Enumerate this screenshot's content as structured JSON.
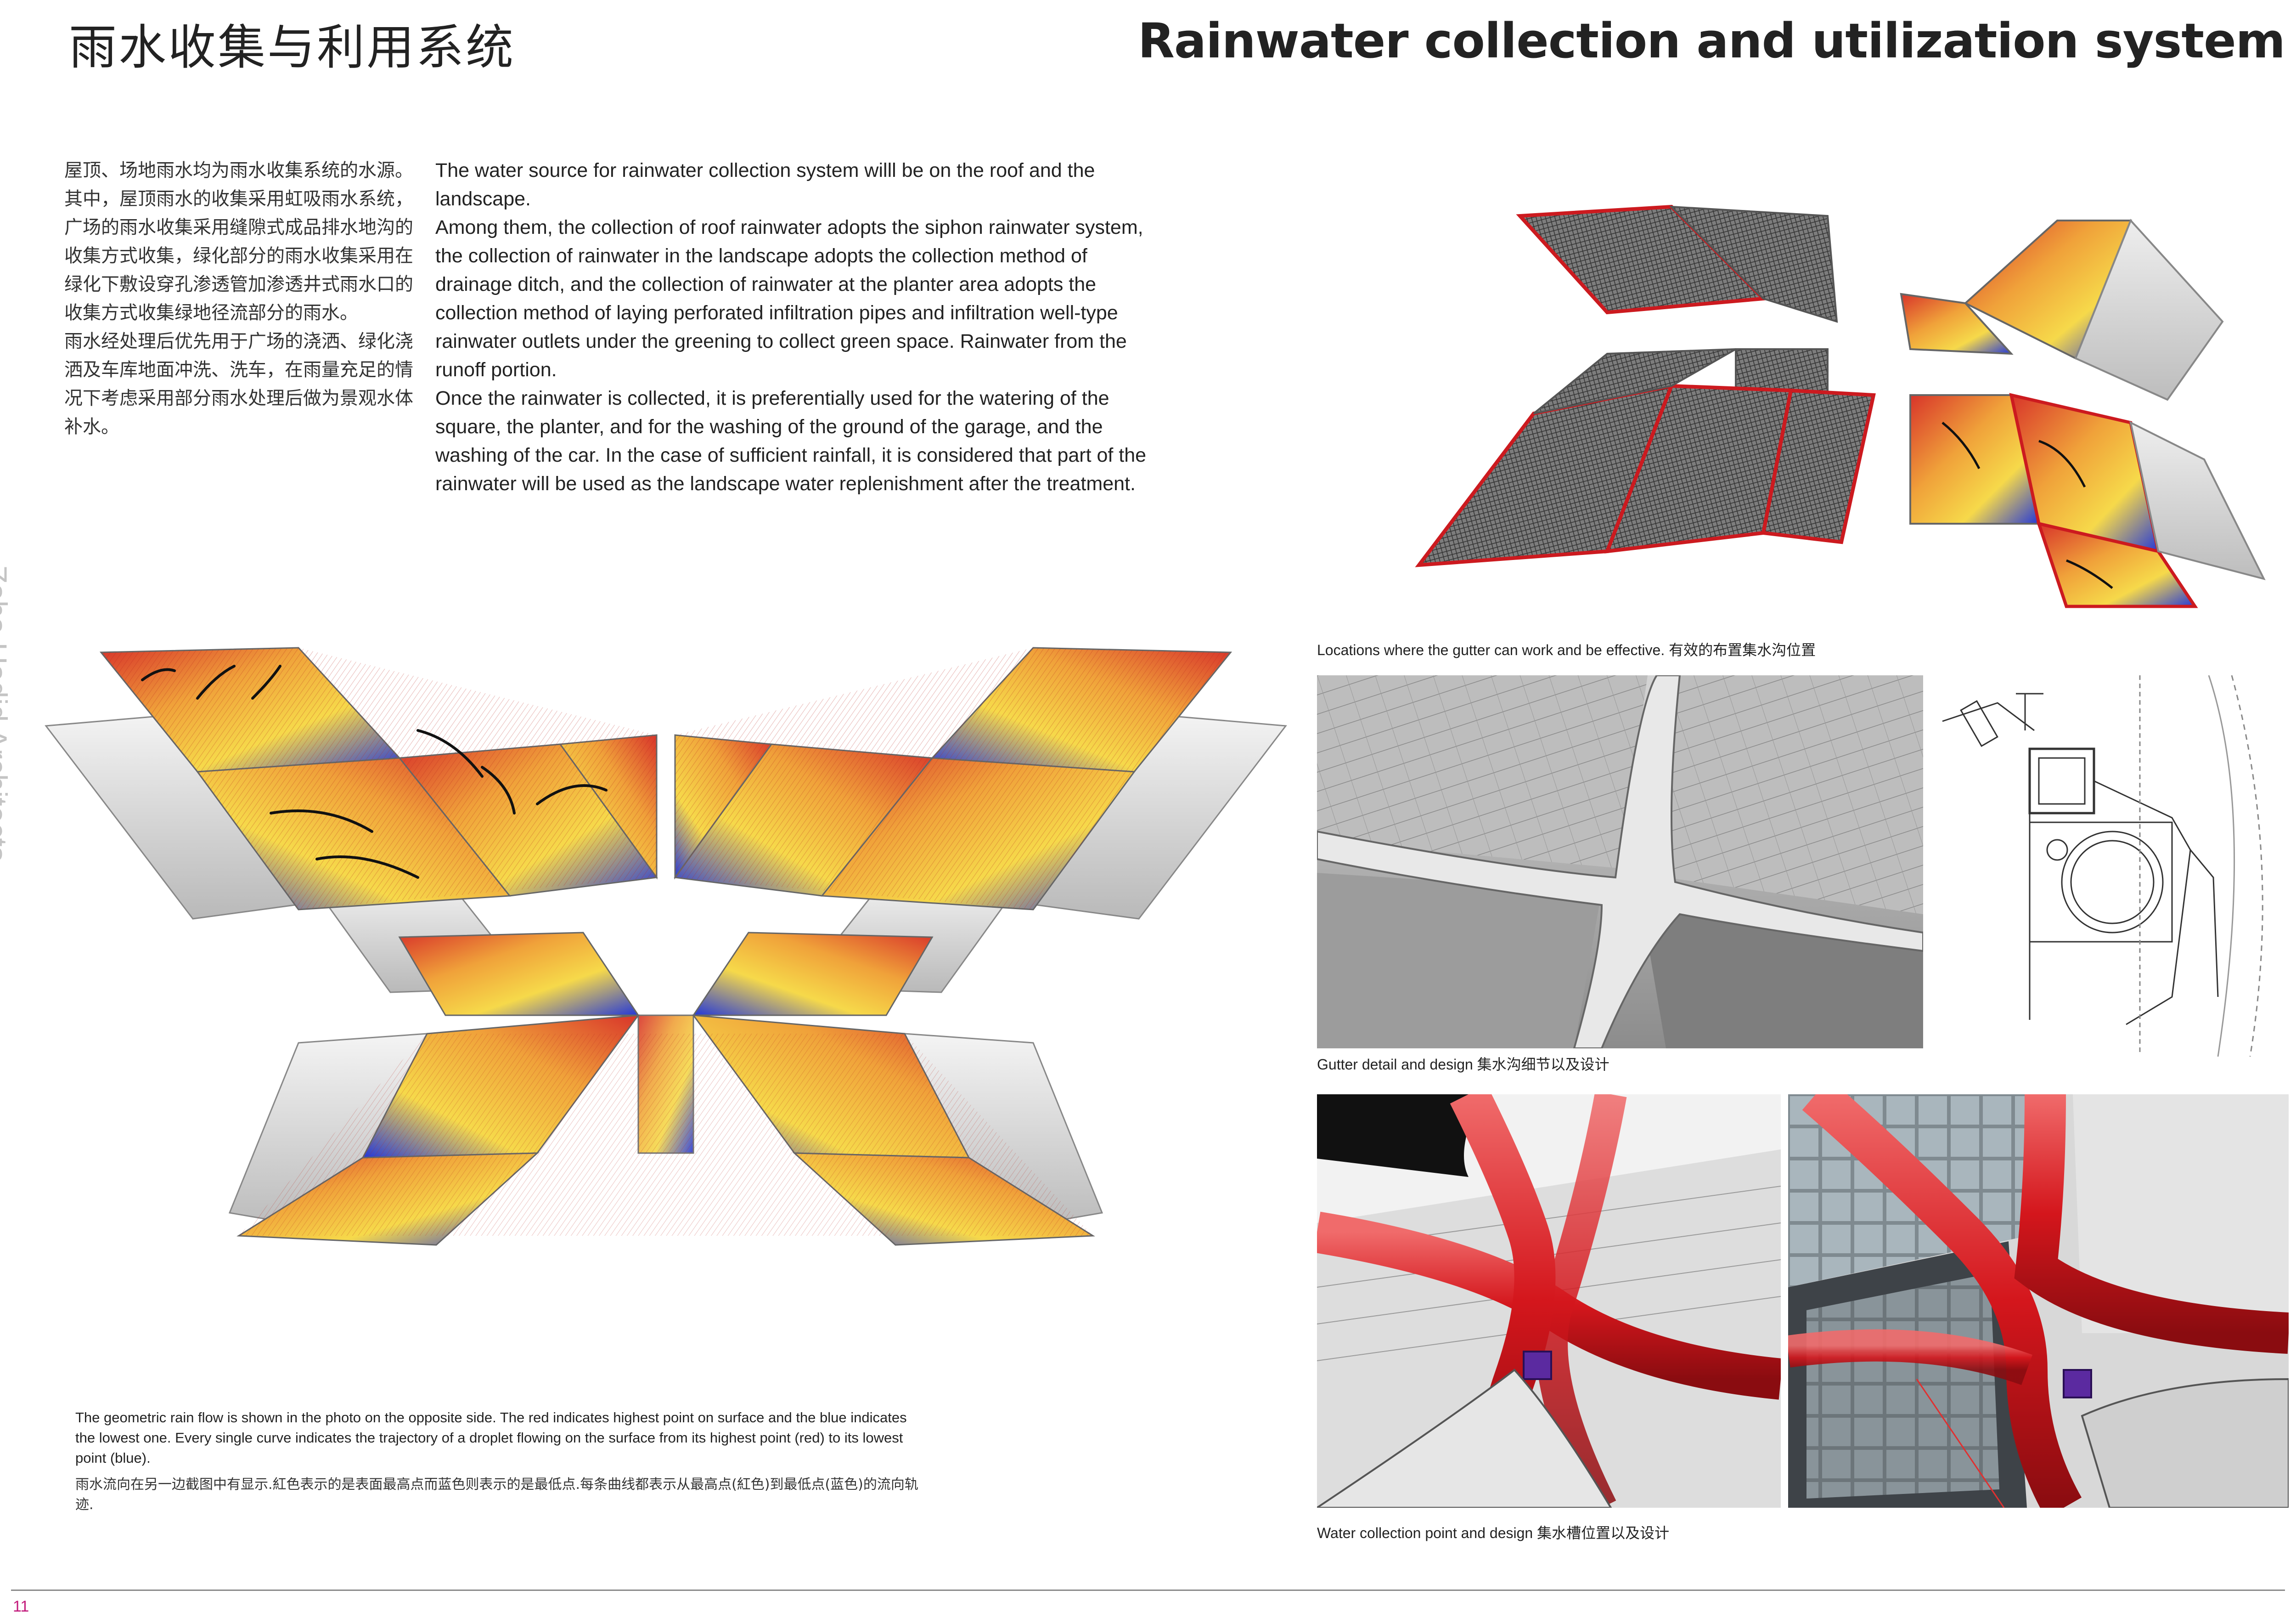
{
  "header": {
    "title_cn": "雨水收集与利用系统",
    "title_en": "Rainwater collection and utilization system"
  },
  "sidebar_vertical_text": "Zaha Hadid Architects",
  "body_cn": [
    "屋顶、场地雨水均为雨水收集系统的水源。",
    "其中，屋顶雨水的收集采用虹吸雨水系统，广场的雨水收集采用缝隙式成品排水地沟的收集方式收集，绿化部分的雨水收集采用在绿化下敷设穿孔渗透管加渗透井式雨水口的收集方式收集绿地径流部分的雨水。",
    "雨水经处理后优先用于广场的浇洒、绿化浇洒及车库地面冲洗、洗车，在雨量充足的情况下考虑采用部分雨水处理后做为景观水体补水。"
  ],
  "body_en": [
    "The water source for rainwater collection system willl be on the roof and the landscape.",
    "Among them, the collection of roof rainwater adopts the siphon rainwater system, the collection of rainwater in the landscape adopts the collection method of drainage ditch, and the collection of rainwater at the planter area adopts the collection method of laying perforated infiltration pipes and infiltration well-type rainwater outlets under the greening to collect green space. Rainwater from the runoff portion.",
    "Once the rainwater is collected, it is preferentially used for the watering of the square, the planter, and for the washing of the ground of the garage, and the washing of the car. In the case of sufficient rainfall, it is considered that part of the rainwater will be used as the landscape water replenishment after the treatment."
  ],
  "captions": {
    "gutter_locations": "Locations where the gutter can work and be effective. 有效的布置集水沟位置",
    "gutter_detail": "Gutter detail and design 集水沟细节以及设计",
    "water_collection": "Water collection point and design 集水槽位置以及设计"
  },
  "note": {
    "en": "The geometric rain flow is shown in the photo on the opposite side. The red indicates highest point on surface and the blue indicates the lowest one. Every single curve indicates the trajectory of a droplet flowing on the surface from its highest point (red) to its lowest point (blue).",
    "cn": "雨水流向在另一边截图中有显示.紅色表示的是表面最高点而蓝色则表示的是最低点.每条曲线都表示从最高点(紅色)到最低点(蓝色)的流向轨迹."
  },
  "page_number": "11",
  "colors": {
    "flow_red": "#d8342a",
    "flow_orange": "#f0a23a",
    "flow_yellow": "#f6d94a",
    "flow_blue": "#2438d8",
    "gutter_red": "#d4161c",
    "page_number": "#c2187a"
  }
}
